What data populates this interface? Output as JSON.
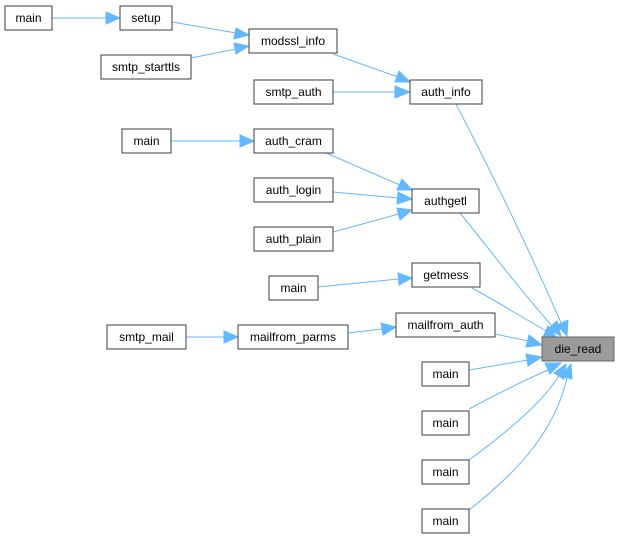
{
  "graph": {
    "accent": "#63b8ff",
    "root_fill": "#9b9b9b",
    "nodes": [
      {
        "id": "n_main_setup",
        "label": "main"
      },
      {
        "id": "n_setup",
        "label": "setup"
      },
      {
        "id": "n_smtp_starttls",
        "label": "smtp_starttls"
      },
      {
        "id": "n_modssl_info",
        "label": "modssl_info"
      },
      {
        "id": "n_smtp_auth",
        "label": "smtp_auth"
      },
      {
        "id": "n_auth_info",
        "label": "auth_info"
      },
      {
        "id": "n_main_cram",
        "label": "main"
      },
      {
        "id": "n_auth_cram",
        "label": "auth_cram"
      },
      {
        "id": "n_auth_login",
        "label": "auth_login"
      },
      {
        "id": "n_auth_plain",
        "label": "auth_plain"
      },
      {
        "id": "n_authgetl",
        "label": "authgetl"
      },
      {
        "id": "n_main_getmess",
        "label": "main"
      },
      {
        "id": "n_getmess",
        "label": "getmess"
      },
      {
        "id": "n_smtp_mail",
        "label": "smtp_mail"
      },
      {
        "id": "n_mailfrom_parms",
        "label": "mailfrom_parms"
      },
      {
        "id": "n_mailfrom_auth",
        "label": "mailfrom_auth"
      },
      {
        "id": "n_main_a",
        "label": "main"
      },
      {
        "id": "n_main_b",
        "label": "main"
      },
      {
        "id": "n_main_c",
        "label": "main"
      },
      {
        "id": "n_main_d",
        "label": "main"
      },
      {
        "id": "n_die_read",
        "label": "die_read"
      }
    ],
    "edges": [
      {
        "from": "n_main_setup",
        "to": "n_setup"
      },
      {
        "from": "n_setup",
        "to": "n_modssl_info"
      },
      {
        "from": "n_smtp_starttls",
        "to": "n_modssl_info"
      },
      {
        "from": "n_modssl_info",
        "to": "n_auth_info"
      },
      {
        "from": "n_smtp_auth",
        "to": "n_auth_info"
      },
      {
        "from": "n_auth_info",
        "to": "n_die_read"
      },
      {
        "from": "n_main_cram",
        "to": "n_auth_cram"
      },
      {
        "from": "n_auth_cram",
        "to": "n_authgetl"
      },
      {
        "from": "n_auth_login",
        "to": "n_authgetl"
      },
      {
        "from": "n_auth_plain",
        "to": "n_authgetl"
      },
      {
        "from": "n_authgetl",
        "to": "n_die_read"
      },
      {
        "from": "n_main_getmess",
        "to": "n_getmess"
      },
      {
        "from": "n_getmess",
        "to": "n_die_read"
      },
      {
        "from": "n_smtp_mail",
        "to": "n_mailfrom_parms"
      },
      {
        "from": "n_mailfrom_parms",
        "to": "n_mailfrom_auth"
      },
      {
        "from": "n_mailfrom_auth",
        "to": "n_die_read"
      },
      {
        "from": "n_main_a",
        "to": "n_die_read"
      },
      {
        "from": "n_main_b",
        "to": "n_die_read"
      },
      {
        "from": "n_main_c",
        "to": "n_die_read"
      },
      {
        "from": "n_main_d",
        "to": "n_die_read"
      }
    ]
  }
}
